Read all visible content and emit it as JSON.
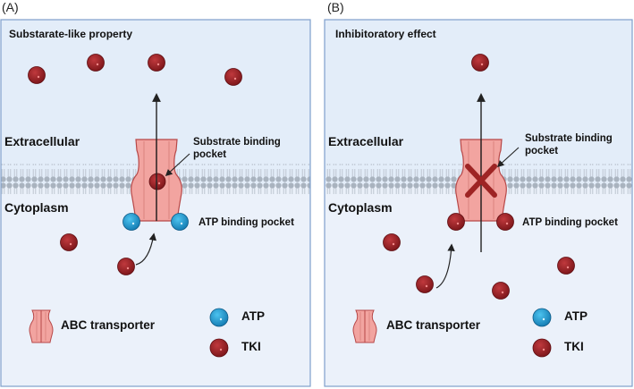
{
  "panels": [
    {
      "label": "(A)",
      "title": "Substarate-like property",
      "extracellular_label": "Extracellular",
      "cytoplasm_label": "Cytoplasm",
      "pocket_label_line1": "Substrate binding",
      "pocket_label_line2": "pocket",
      "atp_pocket_label": "ATP binding pocket",
      "legend_transporter": "ABC transporter",
      "legend_atp": "ATP",
      "legend_tki": "TKI"
    },
    {
      "label": "(B)",
      "title": "Inhibitoratory effect",
      "extracellular_label": "Extracellular",
      "cytoplasm_label": "Cytoplasm",
      "pocket_label_line1": "Substrate binding",
      "pocket_label_line2": "pocket",
      "atp_pocket_label": "ATP binding pocket",
      "legend_transporter": "ABC transporter",
      "legend_atp": "ATP",
      "legend_tki": "TKI"
    }
  ],
  "colors": {
    "extracellular_bg": "#e3edf9",
    "cytoplasm_bg": "#ebf1fa",
    "panel_border": "#7f9fcc",
    "membrane_lipid": "#a9b3bf",
    "transporter_fill": "#f2a4a0",
    "transporter_stroke": "#b74848",
    "tki": "#8e1b1f",
    "atp": "#1f9bd2",
    "inhibit_cross": "#9e2424"
  },
  "icons": [
    "tki-molecule-icon",
    "atp-molecule-icon",
    "abc-transporter-icon",
    "inhibition-cross-icon",
    "transport-arrow-icon"
  ]
}
